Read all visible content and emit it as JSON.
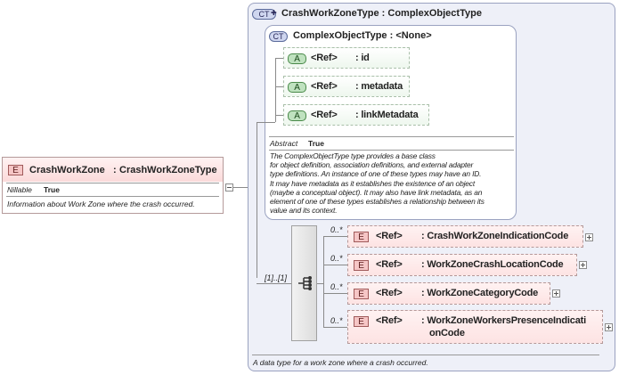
{
  "root_element": {
    "badge": "E",
    "name": "CrashWorkZone",
    "separator": ":",
    "type": "CrashWorkZoneType",
    "nillable_label": "Nillable",
    "nillable_value": "True",
    "doc": "Information about Work Zone where the crash occurred."
  },
  "complex_type": {
    "badge": "CT",
    "title": "CrashWorkZoneType : ComplexObjectType",
    "footer_doc": "A data type for a work zone where a crash occurred.",
    "base": {
      "badge": "CT",
      "title": "ComplexObjectType : <None>",
      "attributes": [
        {
          "badge": "A",
          "ref": "<Ref>",
          "name": ": id"
        },
        {
          "badge": "A",
          "ref": "<Ref>",
          "name": ": metadata"
        },
        {
          "badge": "A",
          "ref": "<Ref>",
          "name": ": linkMetadata"
        }
      ],
      "abstract_label": "Abstract",
      "abstract_value": "True",
      "doc_lines": [
        "The ComplexObjectType type provides a base class",
        "for object definition, association definitions, and external adapter",
        "type definitions. An instance of one of these types may have an ID.",
        "It may have metadata as it establishes the existence of an object",
        "(maybe a conceptual object). It may also have link metadata, as an",
        "element of one of these types establishes a relationship between its",
        "value and its context."
      ]
    },
    "sequence": {
      "multiplicity": "[1]..[1]",
      "elements": [
        {
          "badge": "E",
          "occurs": "0..*",
          "ref": "<Ref>",
          "name_lines": [
            ": CrashWorkZoneIndicationCode"
          ]
        },
        {
          "badge": "E",
          "occurs": "0..*",
          "ref": "<Ref>",
          "name_lines": [
            ": WorkZoneCrashLocationCode"
          ]
        },
        {
          "badge": "E",
          "occurs": "0..*",
          "ref": "<Ref>",
          "name_lines": [
            ": WorkZoneCategoryCode"
          ]
        },
        {
          "badge": "E",
          "occurs": "0..*",
          "ref": "<Ref>",
          "name_lines": [
            ": WorkZoneWorkersPresenceIndicati",
            "onCode"
          ]
        }
      ]
    }
  },
  "colors": {
    "element_fill": "#fde3e3",
    "attribute_fill": "#eef7ee",
    "complex_type_fill": "#eef0f8"
  }
}
